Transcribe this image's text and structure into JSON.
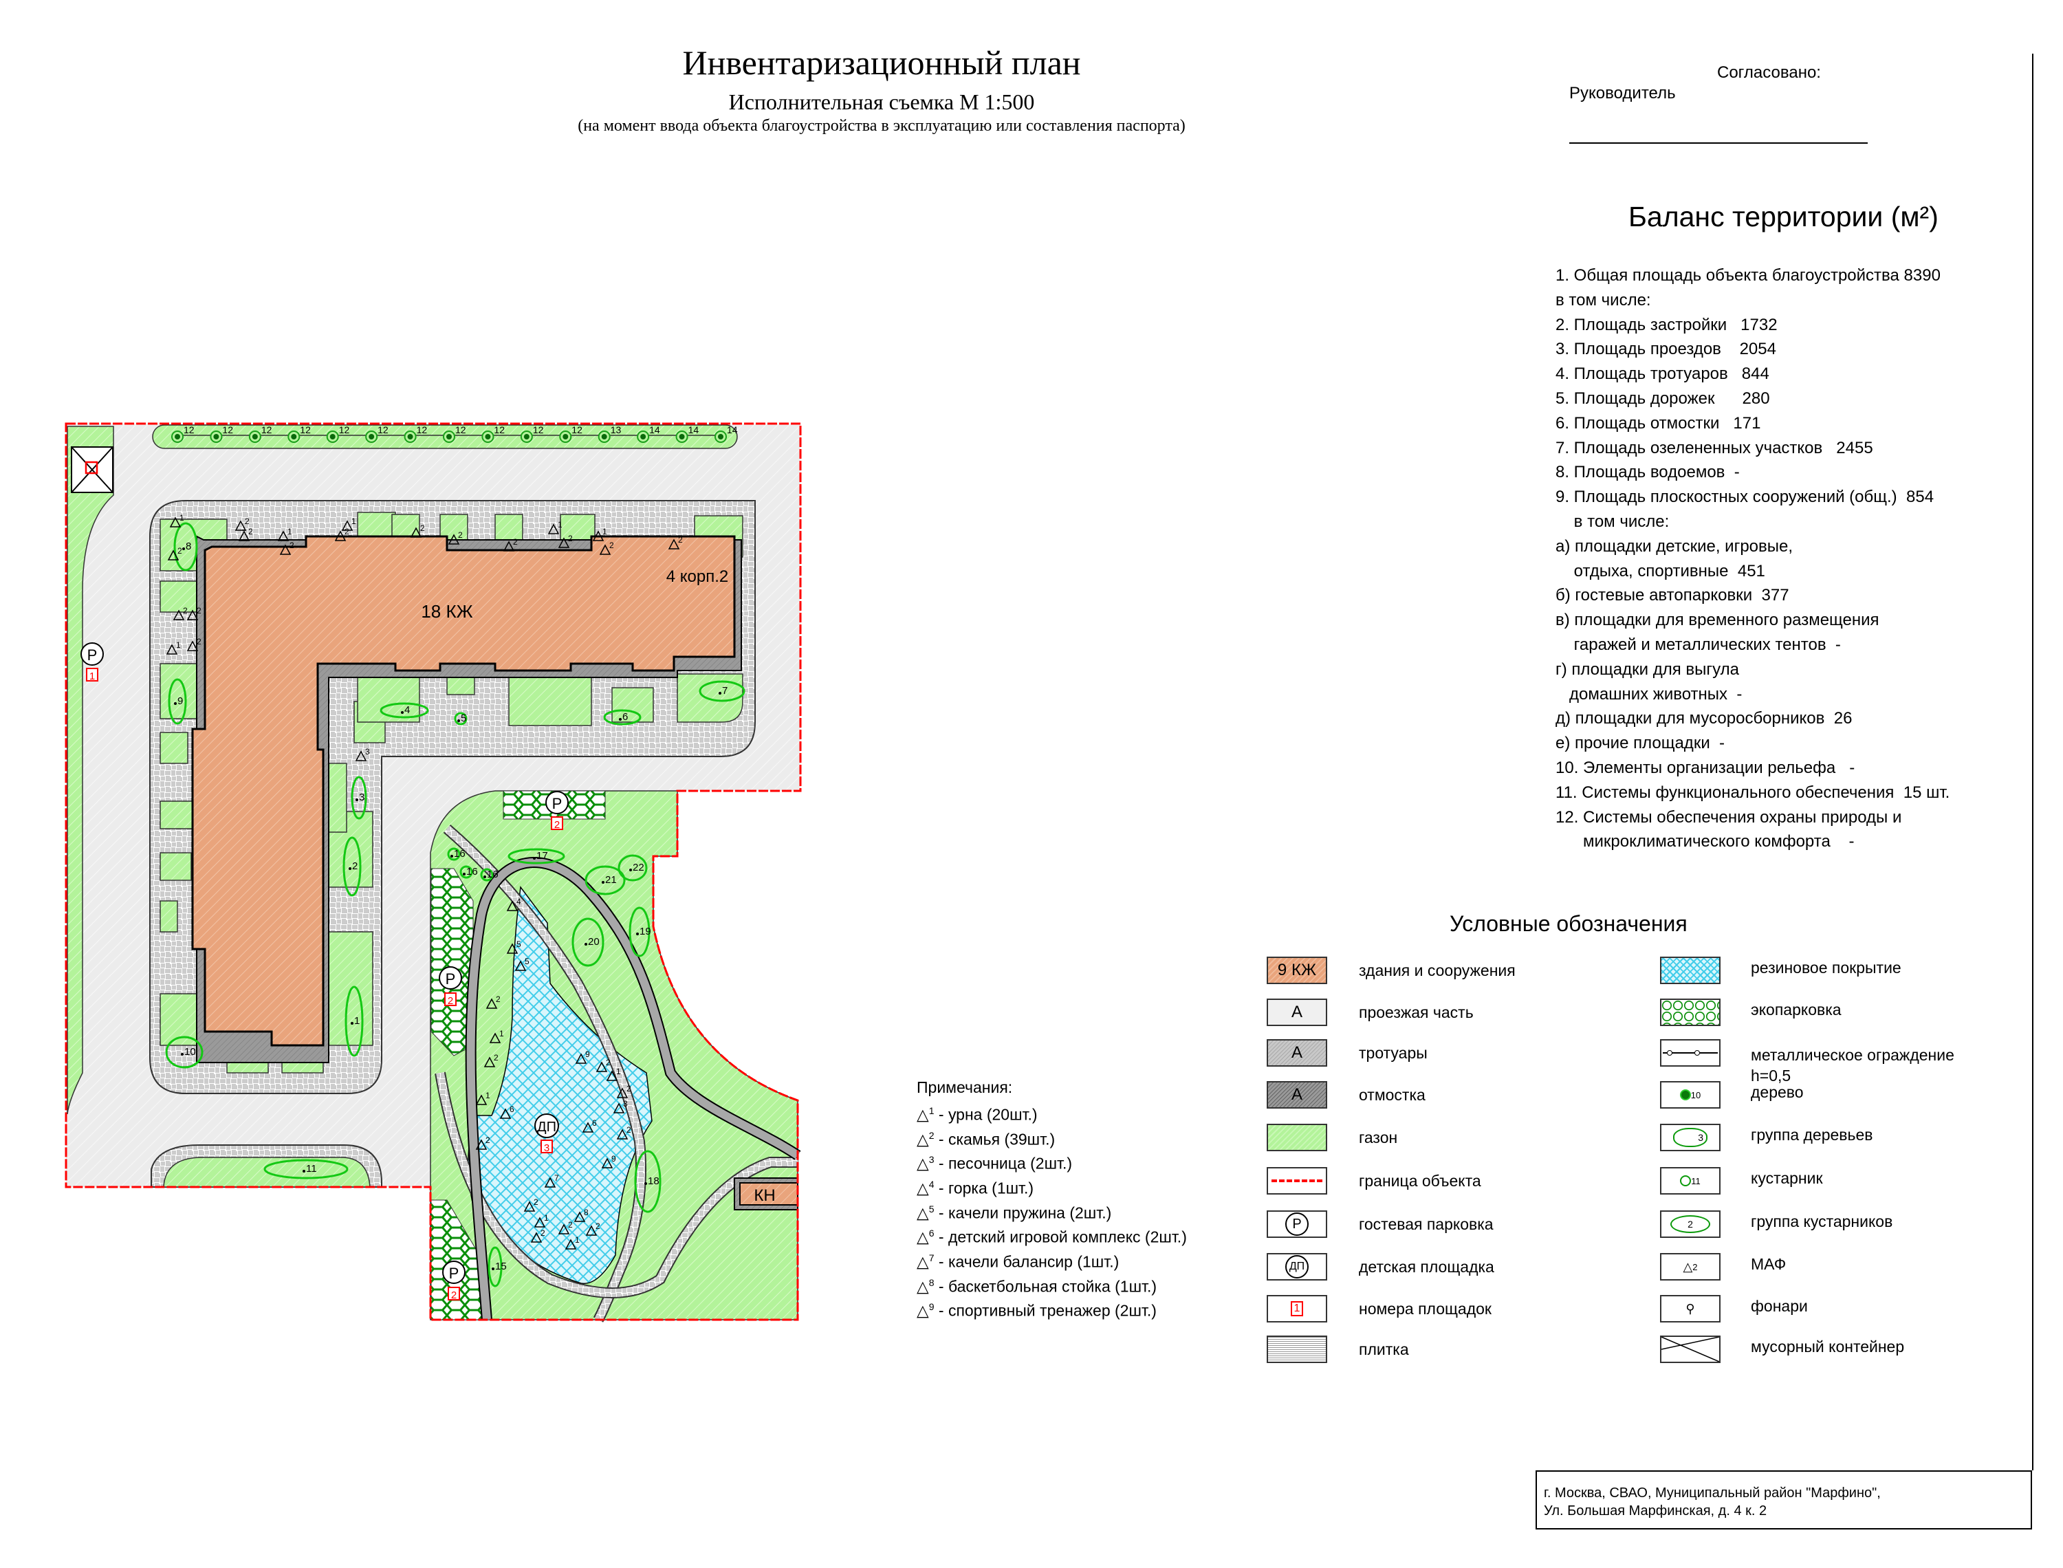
{
  "header": {
    "title": "Инвентаризационный план",
    "subtitle": "Исполнительная съемка М 1:500",
    "note": "(на момент ввода объекта благоустройства в эксплуатацию или составления паспорта)"
  },
  "approval": {
    "agreed": "Согласовано:",
    "role": "Руководитель"
  },
  "balance": {
    "title": "Баланс территории (м²)",
    "items": [
      "1. Общая площадь объекта благоустройства 8390",
      "в том числе:",
      "2. Площадь застройки   1732",
      "3. Площадь проездов    2054",
      "4. Площадь тротуаров   844",
      "5. Площадь дорожек      280",
      "6. Площадь отмостки   171",
      "7. Площадь озелененных участков   2455",
      "8. Площадь водоемов  -",
      "9. Площадь плоскостных сооружений (общ.)  854",
      "    в том числе:",
      "а) площадки детские, игровые,",
      "    отдыха, спортивные  451",
      "б) гостевые автопарковки  377",
      "в) площадки для временного размещения",
      "    гаражей и металлических тентов  -",
      "г) площадки для выгула",
      "   домашних животных  -",
      "д) площадки для мусоросборников  26",
      "е) прочие площадки  -",
      "10. Элементы организации рельефа   -",
      "11. Системы функционального обеспечения  15 шт.",
      "12. Системы обеспечения охраны природы и",
      "      микроклиматического комфорта    -"
    ]
  },
  "legend": {
    "title": "Условные обозначения",
    "left": [
      {
        "swatch": "9 КЖ",
        "label": "здания и сооружения"
      },
      {
        "swatch": "А",
        "label": "проезжая часть"
      },
      {
        "swatch": "А",
        "label": "тротуары"
      },
      {
        "swatch": "А",
        "label": "отмостка"
      },
      {
        "swatch": "",
        "label": "газон"
      },
      {
        "swatch": "",
        "label": "граница объекта"
      },
      {
        "swatch": "Р",
        "label": "гостевая парковка"
      },
      {
        "swatch": "ДП",
        "label": "детская площадка"
      },
      {
        "swatch": "1",
        "label": "номера площадок"
      },
      {
        "swatch": "",
        "label": "плитка"
      }
    ],
    "right": [
      {
        "swatch": "",
        "label": "резиновое покрытие"
      },
      {
        "swatch": "",
        "label": "экопарковка"
      },
      {
        "swatch": "",
        "label": "металлическое ограждение",
        "label2": "h=0,5"
      },
      {
        "swatch": "10",
        "label": "дерево"
      },
      {
        "swatch": "3",
        "label": "группа деревьев"
      },
      {
        "swatch": "11",
        "label": "кустарник"
      },
      {
        "swatch": "2",
        "label": "группа кустарников"
      },
      {
        "swatch": "2",
        "label": "МАФ"
      },
      {
        "swatch": "",
        "label": "фонари"
      },
      {
        "swatch": "",
        "label": "мусорный контейнер"
      }
    ]
  },
  "notes": {
    "title": "Примечания:",
    "items": [
      {
        "n": "1",
        "text": " - урна (20шт.)"
      },
      {
        "n": "2",
        "text": " - скамья (39шт.)"
      },
      {
        "n": "3",
        "text": " - песочница (2шт.)"
      },
      {
        "n": "4",
        "text": " - горка (1шт.)"
      },
      {
        "n": "5",
        "text": " - качели пружина (2шт.)"
      },
      {
        "n": "6",
        "text": " - детский игровой комплекс (2шт.)"
      },
      {
        "n": "7",
        "text": " - качели балансир (1шт.)"
      },
      {
        "n": "8",
        "text": " - баскетбольная стойка (1шт.)"
      },
      {
        "n": "9",
        "text": " - спортивный тренажер (2шт.)"
      }
    ]
  },
  "address": {
    "line1": "г. Москва, СВАО, Муниципальный район \"Марфино\",",
    "line2": "Ул. Большая Марфинская, д. 4 к. 2"
  },
  "map": {
    "building_label": "18 КЖ",
    "building_address": "4 корп.2",
    "kn_label": "КН",
    "parking_symbol": "Р",
    "playground_symbol": "ДП",
    "site_numbers": [
      "1",
      "2",
      "2",
      "2",
      "3",
      "4"
    ],
    "tree_row": [
      "12",
      "12",
      "12",
      "12",
      "12",
      "12",
      "12",
      "12",
      "12",
      "12",
      "12",
      "13",
      "14",
      "14",
      "14"
    ],
    "plant_groups": [
      "1",
      "2",
      "3",
      "4",
      "5",
      "6",
      "7",
      "8",
      "9",
      "10",
      "11",
      "15",
      "16",
      "16",
      "16",
      "17",
      "18",
      "19",
      "20",
      "21",
      "22"
    ],
    "maf": [
      "1",
      "2",
      "2",
      "2",
      "1",
      "2",
      "2",
      "1",
      "2",
      "2",
      "2",
      "1",
      "2",
      "1",
      "2",
      "2",
      "2",
      "2",
      "1",
      "2",
      "3",
      "4",
      "5",
      "5",
      "2",
      "1",
      "2",
      "9",
      "2",
      "1",
      "2",
      "3",
      "1",
      "6",
      "2",
      "6",
      "2",
      "9",
      "7",
      "8",
      "2",
      "1",
      "2",
      "2",
      "1",
      "2"
    ]
  },
  "colors": {
    "boundary": "#ff0000",
    "building": "#e9a47c",
    "lawn": "#b3f39a",
    "road": "#ededed",
    "otmostka": "#9a9a9a",
    "rubber": "#5fd8f0",
    "eco": "#0a8f0a",
    "tree": "#1aa01a"
  }
}
